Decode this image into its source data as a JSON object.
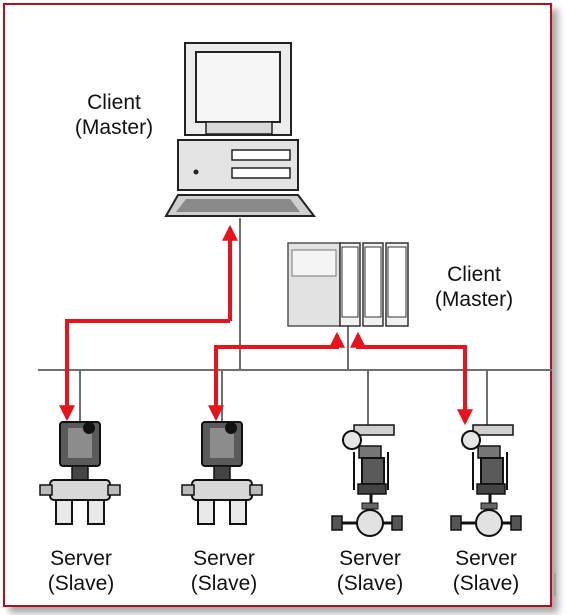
{
  "nodes": {
    "client_pc": {
      "line1": "Client",
      "line2": "(Master)"
    },
    "client_plc": {
      "line1": "Client",
      "line2": "(Master)"
    },
    "servers": [
      {
        "line1": "Server",
        "line2": "(Slave)",
        "kind": "transmitter"
      },
      {
        "line1": "Server",
        "line2": "(Slave)",
        "kind": "transmitter"
      },
      {
        "line1": "Server",
        "line2": "(Slave)",
        "kind": "valve"
      },
      {
        "line1": "Server",
        "line2": "(Slave)",
        "kind": "valve"
      }
    ]
  },
  "colors": {
    "frame": "#b01020",
    "arrow": "#e8141c",
    "bus": "#707070"
  }
}
